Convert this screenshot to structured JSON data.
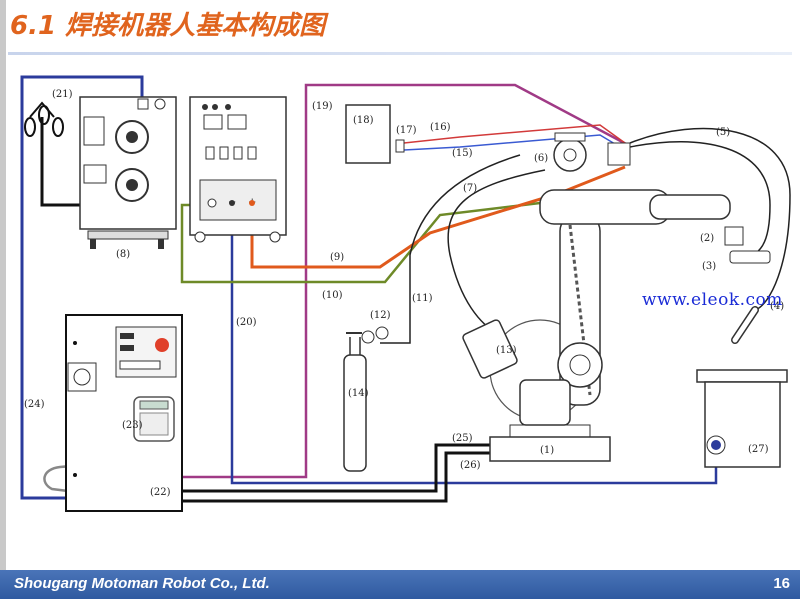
{
  "slide": {
    "title_number": "6.1",
    "title_text": "焊接机器人基本构成图"
  },
  "watermark": "www.eleok.com",
  "labels": {
    "l1": "(1)",
    "l2": "(2)",
    "l3": "(3)",
    "l4": "(4)",
    "l5": "(5)",
    "l6": "(6)",
    "l7": "(7)",
    "l8": "(8)",
    "l9": "(9)",
    "l10": "(10)",
    "l11": "(11)",
    "l12": "(12)",
    "l13": "(13)",
    "l14": "(14)",
    "l15": "(15)",
    "l16": "(16)",
    "l17": "(17)",
    "l18": "(18)",
    "l19": "(19)",
    "l20": "(20)",
    "l21": "(21)",
    "l22": "(22)",
    "l23": "(23)",
    "l24": "(24)",
    "l25": "(25)",
    "l26": "(26)",
    "l27": "(27)"
  },
  "power_source": {
    "minus": "−",
    "plus": "+"
  },
  "footer": {
    "company": "Shougang Motoman Robot Co., Ltd.",
    "page": "16"
  },
  "colors": {
    "title": "#e0641e",
    "footer": "#3a64aa",
    "cable_blue": "#2b3b9c",
    "cable_purple": "#a03a86",
    "cable_olive": "#6e8a28",
    "cable_orange": "#e05a1c",
    "cable_black": "#111111",
    "watermark": "#1a2bd6"
  }
}
